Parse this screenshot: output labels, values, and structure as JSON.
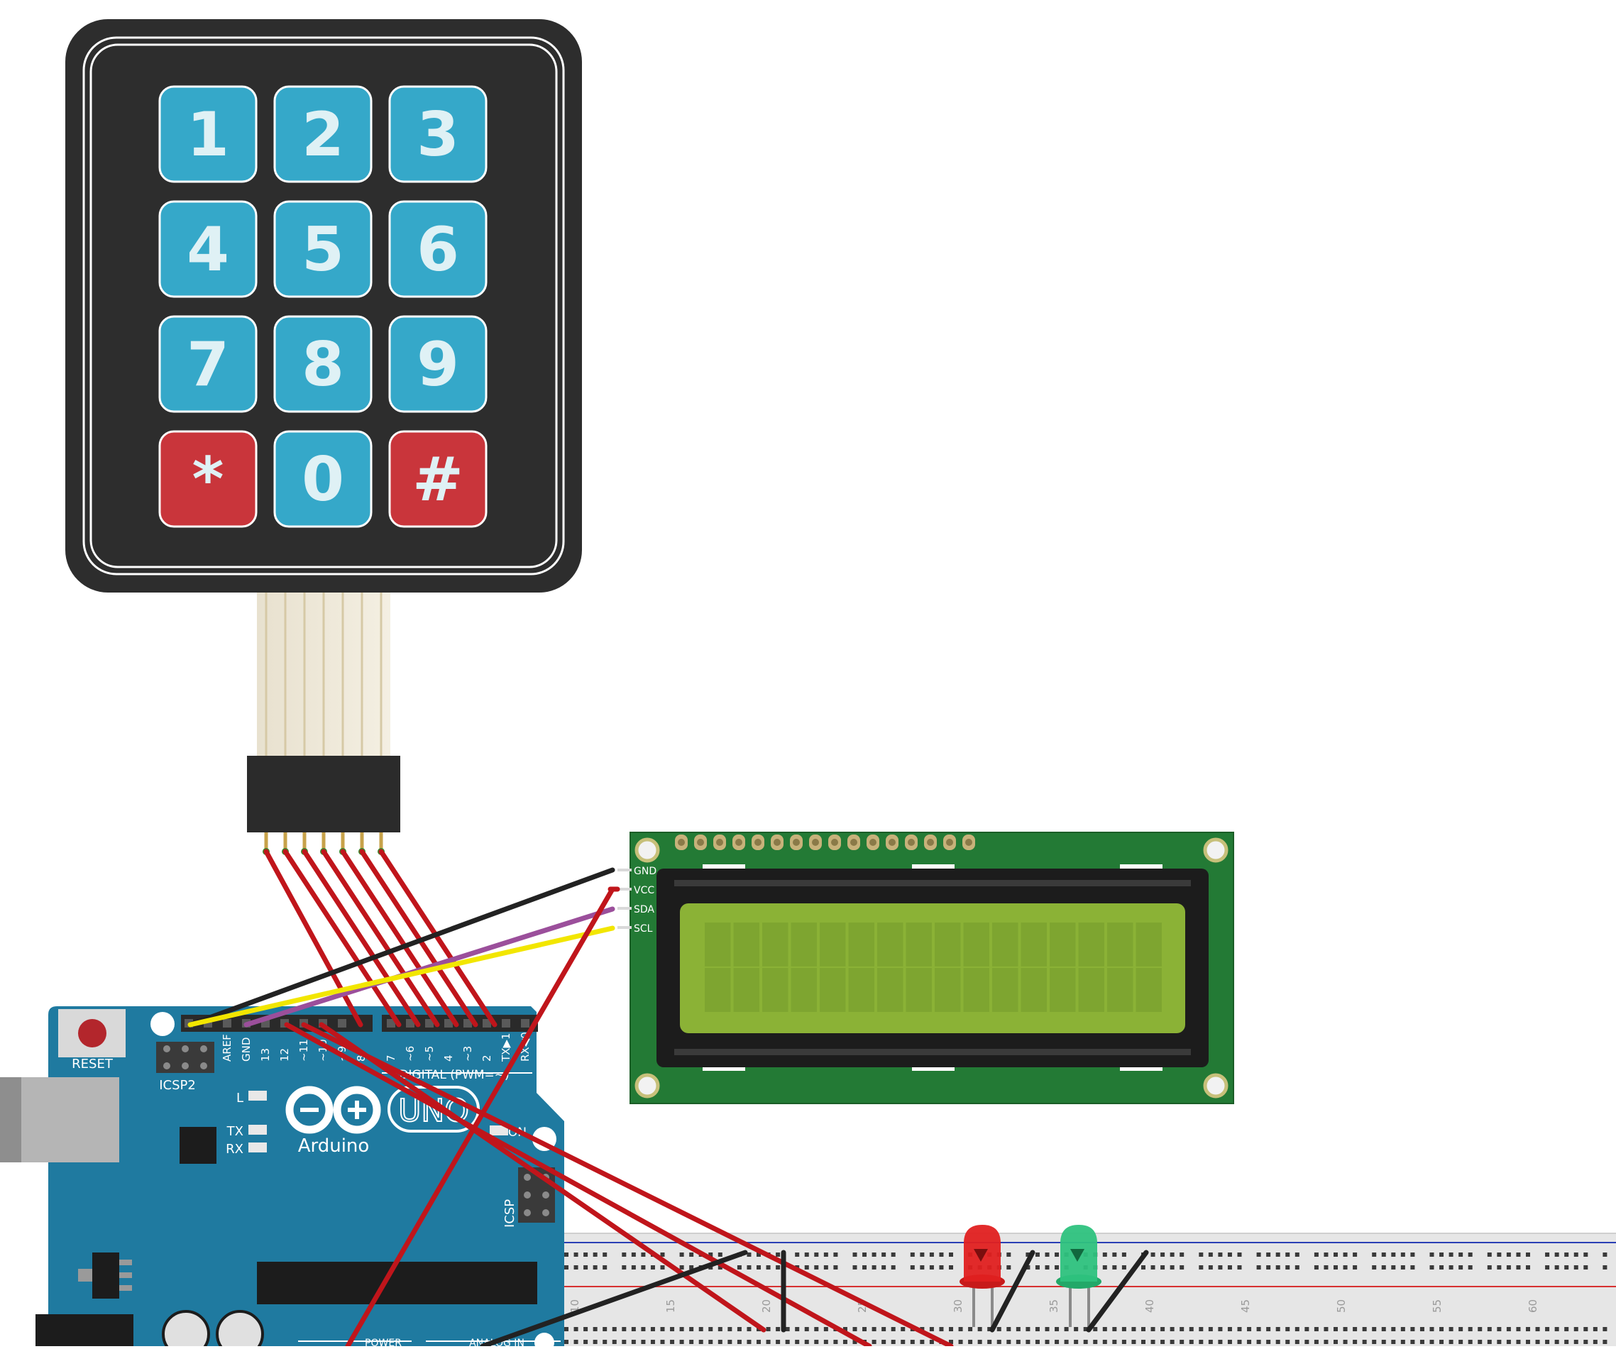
{
  "keypad": {
    "keys": [
      {
        "label": "1",
        "kind": "digit"
      },
      {
        "label": "2",
        "kind": "digit"
      },
      {
        "label": "3",
        "kind": "digit"
      },
      {
        "label": "4",
        "kind": "digit"
      },
      {
        "label": "5",
        "kind": "digit"
      },
      {
        "label": "6",
        "kind": "digit"
      },
      {
        "label": "7",
        "kind": "digit"
      },
      {
        "label": "8",
        "kind": "digit"
      },
      {
        "label": "9",
        "kind": "digit"
      },
      {
        "label": "*",
        "kind": "special"
      },
      {
        "label": "0",
        "kind": "digit"
      },
      {
        "label": "#",
        "kind": "special"
      }
    ],
    "digit_color": "#35a8c9",
    "special_color": "#c9353b",
    "body_color": "#2d2d2d"
  },
  "lcd": {
    "pins": [
      "GND",
      "VCC",
      "SDA",
      "SCL"
    ],
    "pcb_color": "#237a35",
    "screen_color": "#8bb236"
  },
  "arduino": {
    "brand": "Arduino",
    "model": "UNO",
    "reset_label": "RESET",
    "icsp2_label": "ICSP2",
    "icsp_label": "ICSP",
    "led_labels": [
      "L",
      "TX",
      "RX"
    ],
    "on_label": "ON",
    "header_labels": [
      "AREF",
      "GND",
      "13",
      "12",
      "~11",
      "~10",
      "~9",
      "8",
      "7",
      "~6",
      "~5",
      "4",
      "~3",
      "2",
      "TX▶1",
      "RX◀0"
    ],
    "digital_label": "DIGITAL (PWM=~)",
    "bottom_labels": [
      "POWER",
      "ANALOG IN"
    ],
    "board_color": "#1f7aa0"
  },
  "breadboard": {
    "column_numbers": [
      "10",
      "15",
      "20",
      "25",
      "30",
      "35",
      "40",
      "45",
      "50",
      "55",
      "60"
    ]
  },
  "leds": [
    {
      "color": "red",
      "hex": "#e02020"
    },
    {
      "color": "green",
      "hex": "#2ec27e"
    }
  ],
  "wire_colors": {
    "signal": "#c0151b",
    "ground": "#222222",
    "sda": "#9b4f9b",
    "scl": "#f2e600"
  }
}
